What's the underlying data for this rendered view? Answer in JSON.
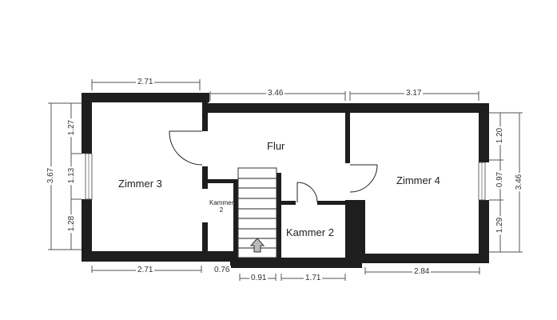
{
  "rooms": {
    "zimmer3": "Zimmer 3",
    "flur": "Flur",
    "zimmer4": "Zimmer 4",
    "kammer2_large": "Kammer  2",
    "kammer2_small_line1": "Kammer",
    "kammer2_small_line2": "2"
  },
  "dimensions": {
    "top_left": "2.71",
    "top_middle": "3.46",
    "top_right": "3.17",
    "bottom_left": "2.71",
    "bottom_076": "0.76",
    "bottom_091": "0.91",
    "bottom_171": "1.71",
    "bottom_right": "2.84",
    "left_total": "3.67",
    "left_upper": "1.27",
    "left_window": "1.13",
    "left_lower": "1.28",
    "right_total": "3.46",
    "right_upper": "1.20",
    "right_window": "0.97",
    "right_lower": "1.29"
  },
  "colors": {
    "wall": "#1e1e1e",
    "background": "#ffffff"
  }
}
